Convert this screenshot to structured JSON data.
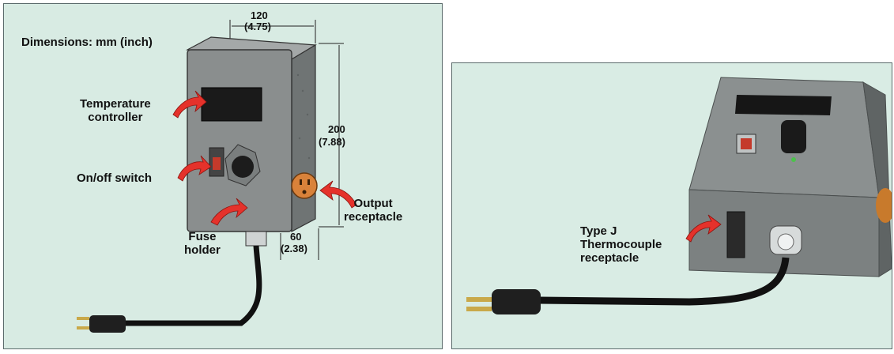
{
  "left": {
    "dimensions_note": "Dimensions: mm (inch)",
    "dim_width": "120",
    "dim_width_in": "(4.75)",
    "dim_height": "200",
    "dim_height_in": "(7.88)",
    "dim_depth": "60",
    "dim_depth_in": "(2.38)",
    "label_controller": "Temperature\ncontroller",
    "label_switch": "On/off switch",
    "label_fuse": "Fuse\nholder",
    "label_output": "Output\nreceptacle"
  },
  "right": {
    "label_thermocouple": "Type J\nThermocouple\nreceptacle"
  },
  "colors": {
    "panel_bg": "#d8ebe3",
    "box_front": "#8a8e8e",
    "box_side": "#6f7474",
    "arrow": "#e5322b",
    "receptacle": "#d9823a"
  }
}
